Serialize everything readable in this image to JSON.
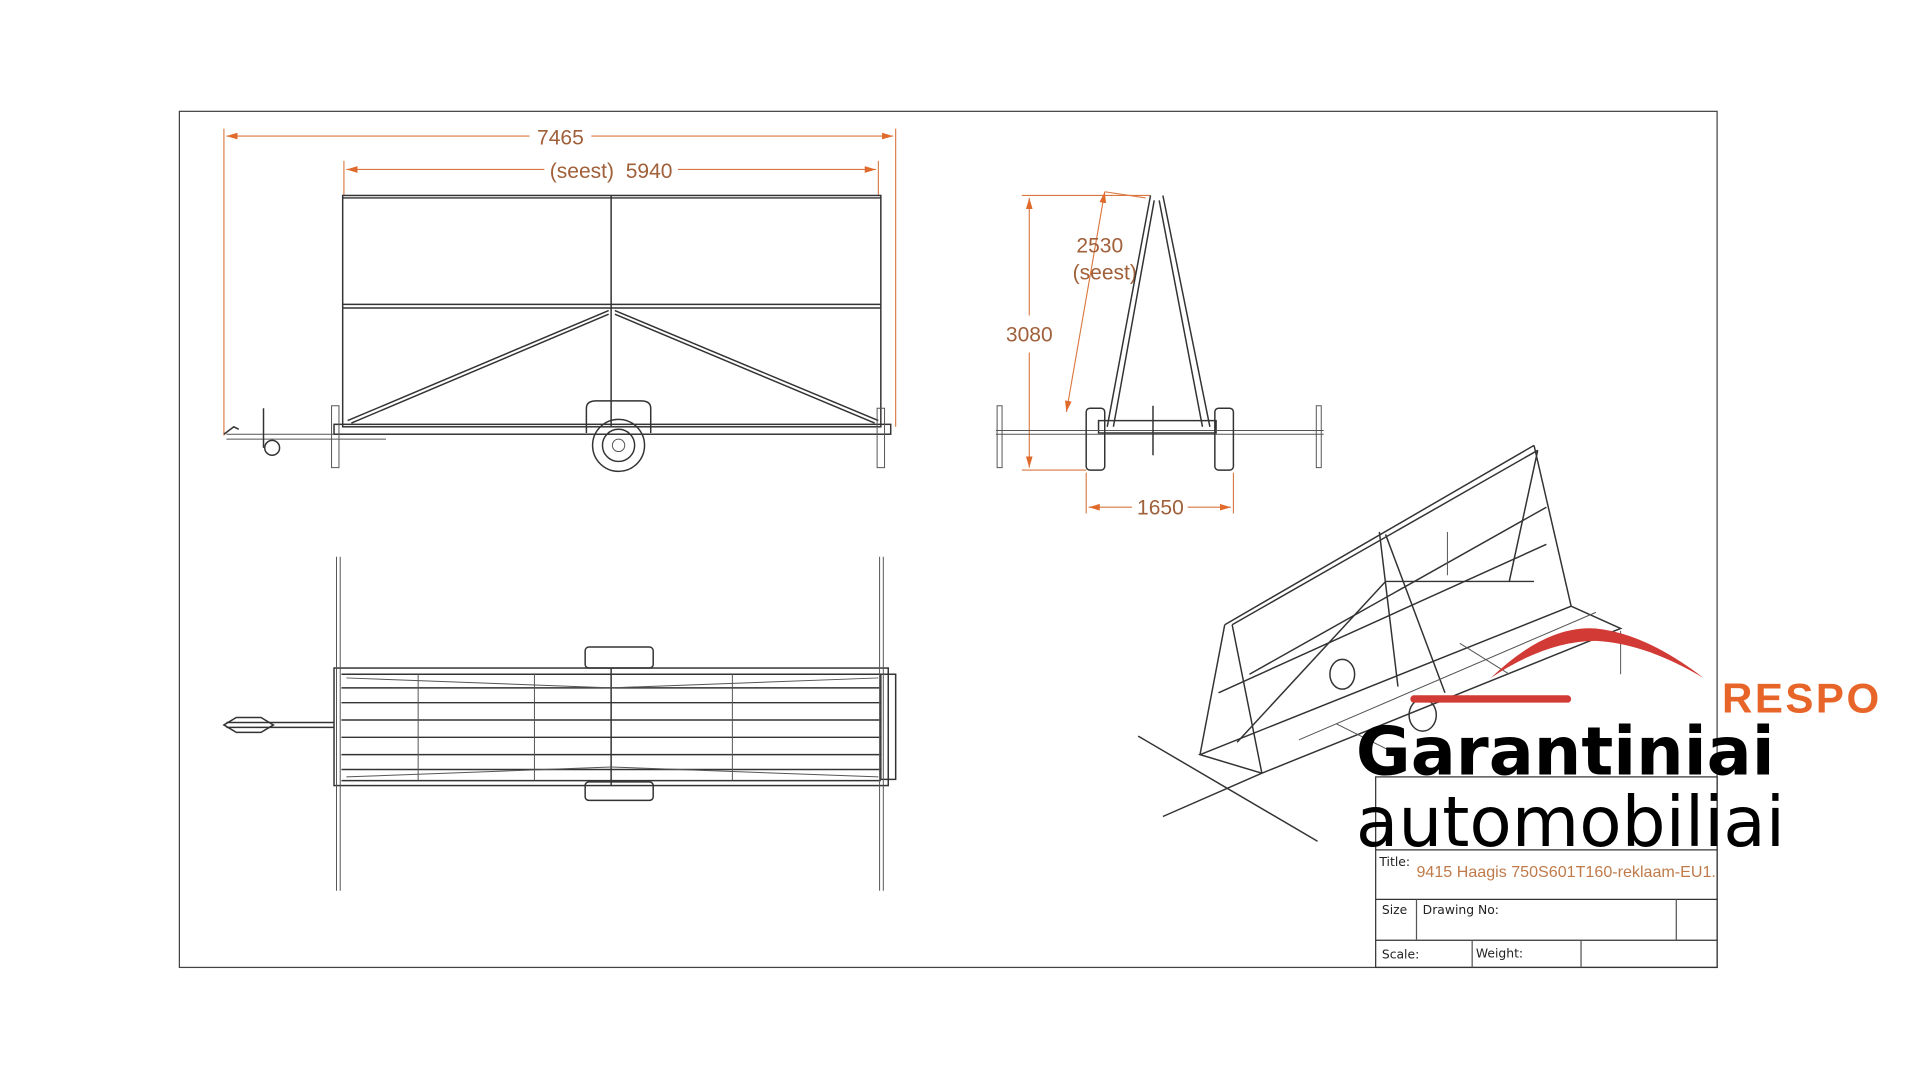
{
  "dimensions": {
    "overall_length": "7465",
    "inner_length": "(seest)  5940",
    "diagonal_height": "2530",
    "diagonal_height_note": "(seest)",
    "total_height": "3080",
    "track_width": "1650"
  },
  "title_block": {
    "title_label": "Title:",
    "title_value": "9415 Haagis 750S601T160-reklaam-EU1.",
    "size_label": "Size",
    "drawing_no_label": "Drawing No:",
    "scale_label": "Scale:",
    "weight_label": "Weight:"
  },
  "logo": {
    "text": "RESPO"
  },
  "watermark": {
    "line1": "Garantiniai",
    "line2": "automobiliai"
  },
  "colors": {
    "dimension": "#d9773f",
    "logo_orange": "#e8652a",
    "swoosh_red": "#d23a36"
  }
}
